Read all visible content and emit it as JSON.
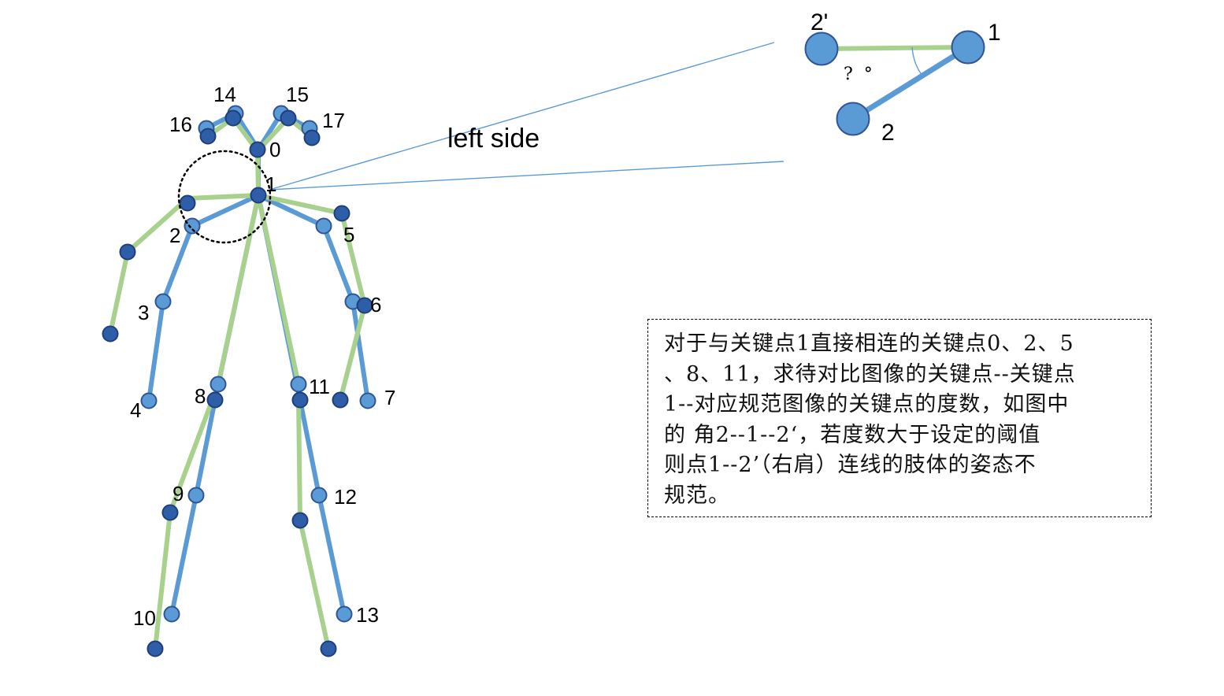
{
  "left_side_label": "left side",
  "keypoint_labels": {
    "k0": "0",
    "k1": "1",
    "k2": "2",
    "k3": "3",
    "k4": "4",
    "k5": "5",
    "k6": "6",
    "k7": "7",
    "k8": "8",
    "k9": "9",
    "k10": "10",
    "k11": "11",
    "k12": "12",
    "k13": "13",
    "k14": "14",
    "k15": "15",
    "k16": "16",
    "k17": "17"
  },
  "callout": {
    "label_2prime": "2'",
    "label_1": "1",
    "label_2": "2",
    "angle_marks": "?  °"
  },
  "note_lines": [
    "对于与关键点1直接相连的关键点0、2、5",
    "、8、11，求待对比图像的关键点--关键点",
    "1--对应规范图像的关键点的度数，如图中",
    "的 角2--1--2‘，若度数大于设定的阈值",
    "则点1--2’（右肩）连线的肢体的姿态不",
    "规范。"
  ],
  "colors": {
    "blue_limb": "#5b9bd5",
    "green_limb": "#a9d18e",
    "light_joint": "#5b9bd5",
    "dark_joint": "#2e5ea8",
    "joint_outline": "#2f5597"
  }
}
